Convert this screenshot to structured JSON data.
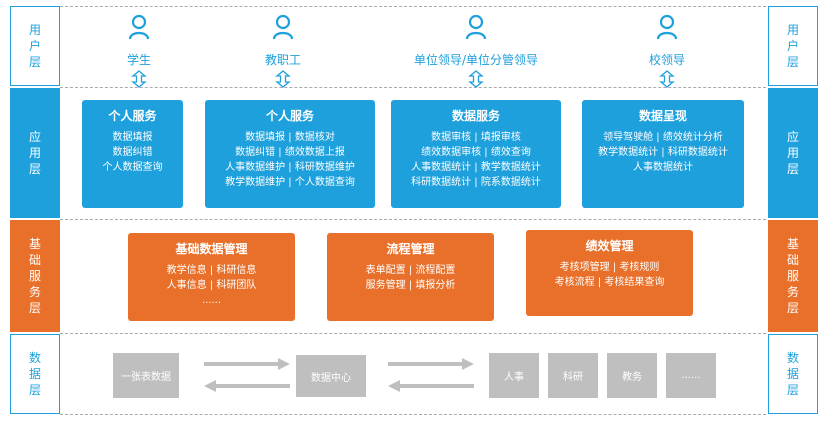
{
  "layers": {
    "user": "用户层",
    "app": "应用层",
    "base": "基础服务层",
    "data": "数据层"
  },
  "users": [
    "学生",
    "教职工",
    "单位领导/单位分管领导",
    "校领导"
  ],
  "app_cards": [
    {
      "title": "个人服务",
      "lines": [
        "数据填报",
        "数据纠错",
        "个人数据查询"
      ]
    },
    {
      "title": "个人服务",
      "lines": [
        "数据填报 | 数据核对",
        "数据纠错 | 绩效数据上报",
        "人事数据维护 | 科研数据维护",
        "教学数据维护 | 个人数据查询"
      ]
    },
    {
      "title": "数据服务",
      "lines": [
        "数据审核 | 填报审核",
        "绩效数据审核 | 绩效查询",
        "人事数据统计 | 教学数据统计",
        "科研数据统计 | 院系数据统计"
      ]
    },
    {
      "title": "数据呈现",
      "lines": [
        "领导驾驶舱  | 绩效统计分析",
        "教学数据统计 | 科研数据统计",
        "人事数据统计"
      ]
    }
  ],
  "base_cards": [
    {
      "title": "基础数据管理",
      "lines": [
        "教学信息 | 科研信息",
        "人事信息 | 科研团队",
        "......"
      ]
    },
    {
      "title": "流程管理",
      "lines": [
        "表单配置 | 流程配置",
        "服务管理 | 填报分析"
      ]
    },
    {
      "title": "绩效管理",
      "lines": [
        "考核项管理 | 考核规则",
        "考核流程 | 考核结果查询"
      ]
    }
  ],
  "data_boxes": [
    "一张表数据",
    "数据中心",
    "人事",
    "科研",
    "教务",
    "......"
  ],
  "colors": {
    "blue": "#1ea0dc",
    "orange": "#e8702a",
    "gray": "#bfbfbf"
  }
}
